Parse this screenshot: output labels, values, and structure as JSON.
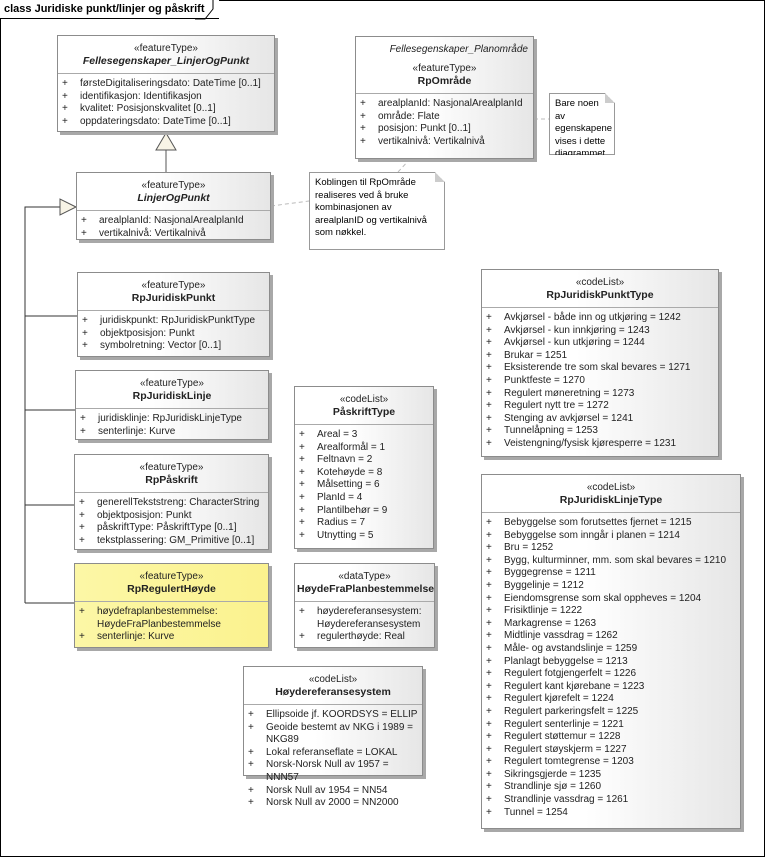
{
  "diagram": {
    "title": "class Juridiske punkt/linjer og påskrift",
    "classes": [
      {
        "id": "fellesLinjerOgPunkt",
        "stereotype": "«featureType»",
        "name": "Fellesegenskaper_LinjerOgPunkt",
        "abstract": true,
        "attributes": [
          "førsteDigitaliseringsdato: DateTime [0..1]",
          "identifikasjon: Identifikasjon",
          "kvalitet: Posisjonskvalitet [0..1]",
          "oppdateringsdato: DateTime [0..1]"
        ]
      },
      {
        "id": "rpOmrade",
        "package": "Fellesegenskaper_Planområde",
        "stereotype": "«featureType»",
        "name": "RpOmråde",
        "abstract": false,
        "attributes": [
          "arealplanId: NasjonalArealplanId",
          "område: Flate",
          "posisjon: Punkt [0..1]",
          "vertikalnivå: Vertikalnivå"
        ]
      },
      {
        "id": "linjerOgPunkt",
        "stereotype": "«featureType»",
        "name": "LinjerOgPunkt",
        "abstract": true,
        "attributes": [
          "arealplanId: NasjonalArealplanId",
          "vertikalnivå: Vertikalnivå"
        ]
      },
      {
        "id": "rpJuridiskPunkt",
        "stereotype": "«featureType»",
        "name": "RpJuridiskPunkt",
        "abstract": false,
        "attributes": [
          "juridiskpunkt: RpJuridiskPunktType",
          "objektposisjon: Punkt",
          "symbolretning: Vector [0..1]"
        ]
      },
      {
        "id": "rpJuridiskLinje",
        "stereotype": "«featureType»",
        "name": "RpJuridiskLinje",
        "abstract": false,
        "attributes": [
          "juridisklinje: RpJuridiskLinjeType",
          "senterlinje: Kurve"
        ]
      },
      {
        "id": "rpPaskrift",
        "stereotype": "«featureType»",
        "name": "RpPåskrift",
        "abstract": false,
        "attributes": [
          "generellTekststreng: CharacterString",
          "objektposisjon: Punkt",
          "påskriftType: PåskriftType [0..1]",
          "tekstplassering: GM_Primitive [0..1]"
        ]
      },
      {
        "id": "rpRegulertHoyde",
        "stereotype": "«featureType»",
        "name": "RpRegulertHøyde",
        "abstract": false,
        "highlighted": true,
        "attributes": [
          "høydefraplanbestemmelse: HøydeFraPlanbestemmelse",
          "senterlinje: Kurve"
        ]
      },
      {
        "id": "paskriftType",
        "stereotype": "«codeList»",
        "name": "PåskriftType",
        "abstract": false,
        "attributes": [
          "Areal = 3",
          "Arealformål = 1",
          "Feltnavn = 2",
          "Kotehøyde = 8",
          "Målsetting = 6",
          "PlanId = 4",
          "Plantilbehør = 9",
          "Radius = 7",
          "Utnytting = 5"
        ]
      },
      {
        "id": "hoydeFraPlan",
        "stereotype": "«dataType»",
        "name": "HøydeFraPlanbestemmelse",
        "abstract": false,
        "attributes": [
          "høydereferansesystem: Høydereferansesystem",
          "regulerthøyde: Real"
        ]
      },
      {
        "id": "hoydeRef",
        "stereotype": "«codeList»",
        "name": "Høydereferansesystem",
        "abstract": false,
        "attributes": [
          "Ellipsoide jf. KOORDSYS = ELLIP",
          "Geoide bestemt av NKG i 1989 = NKG89",
          "Lokal referanseflate = LOKAL",
          "Norsk-Norsk Null av 1957 = NNN57",
          "Norsk Null av 1954 = NN54",
          "Norsk Null av 2000 = NN2000"
        ]
      },
      {
        "id": "rpJuridiskPunktType",
        "stereotype": "«codeList»",
        "name": "RpJuridiskPunktType",
        "abstract": false,
        "attributes": [
          "Avkjørsel - både inn og utkjøring = 1242",
          "Avkjørsel - kun innkjøring = 1243",
          "Avkjørsel - kun utkjøring = 1244",
          "Brukar = 1251",
          "Eksisterende tre som skal bevares = 1271",
          "Punktfeste = 1270",
          "Regulert møneretning = 1273",
          "Regulert nytt tre = 1272",
          "Stenging av avkjørsel = 1241",
          "Tunnelåpning = 1253",
          "Veistengning/fysisk kjøresperre = 1231"
        ]
      },
      {
        "id": "rpJuridiskLinjeType",
        "stereotype": "«codeList»",
        "name": "RpJuridiskLinjeType",
        "abstract": false,
        "attributes": [
          "Bebyggelse som forutsettes fjernet = 1215",
          "Bebyggelse som inngår i planen = 1214",
          "Bru = 1252",
          "Bygg, kulturminner, mm. som skal bevares = 1210",
          "Byggegrense = 1211",
          "Byggelinje = 1212",
          "Eiendomsgrense som skal oppheves = 1204",
          "Frisiktlinje = 1222",
          "Markagrense = 1263",
          "Midtlinje vassdrag = 1262",
          "Måle- og avstandslinje = 1259",
          "Planlagt bebyggelse = 1213",
          "Regulert fotgjengerfelt = 1226",
          "Regulert kant kjørebane = 1223",
          "Regulert kjørefelt = 1224",
          "Regulert parkeringsfelt = 1225",
          "Regulert senterlinje = 1221",
          "Regulert støttemur = 1228",
          "Regulert støyskjerm = 1227",
          "Regulert tomtegrense = 1203",
          "Sikringsgjerde = 1235",
          "Strandlinje sjø = 1260",
          "Strandlinje vassdrag = 1261",
          "Tunnel = 1254"
        ]
      }
    ],
    "notes": [
      {
        "id": "noteBare",
        "text": "Bare noen av egenskapene vises i dette diagrammet"
      },
      {
        "id": "noteKobling",
        "text": "Koblingen til RpOmråde realiseres ved å bruke kombinasjonen av arealplanID og vertikalnivå som nøkkel."
      }
    ],
    "visibility_symbol": "+",
    "highlight_color": "#fbf28e"
  }
}
